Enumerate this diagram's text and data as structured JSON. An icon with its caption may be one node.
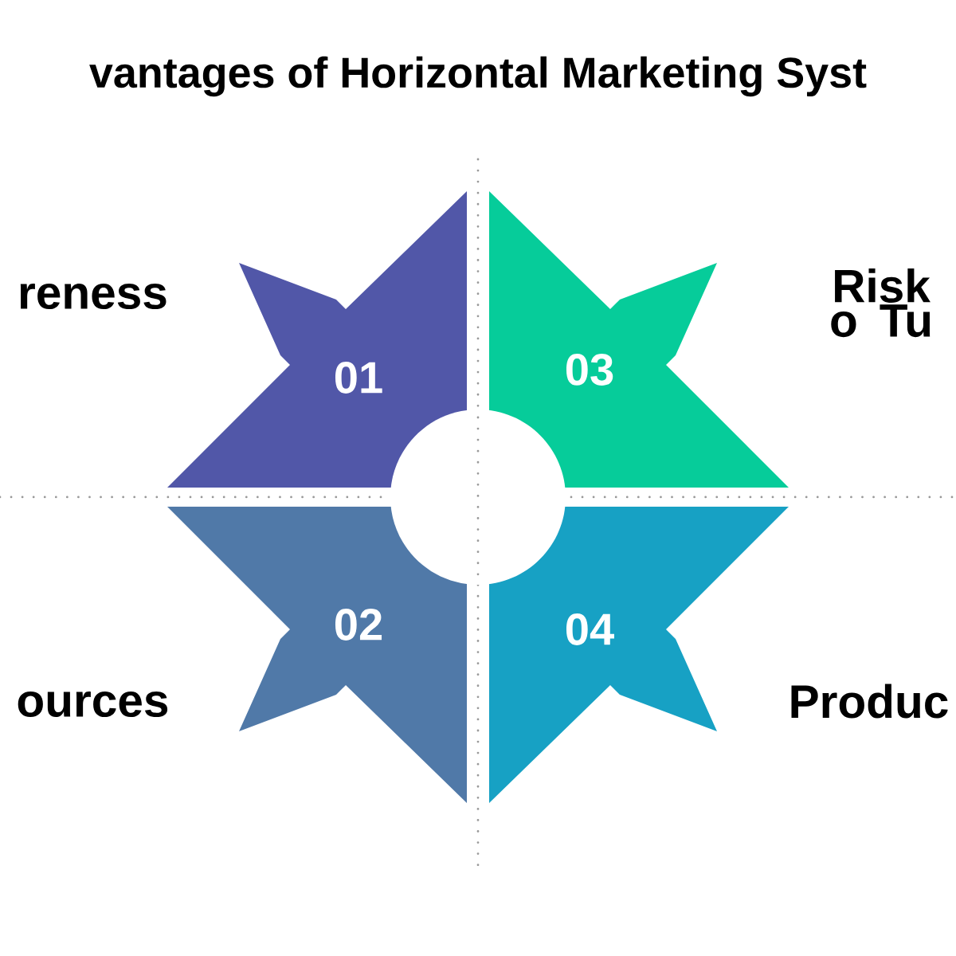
{
  "diagram": {
    "title": "vantages of Horizontal Marketing Syst",
    "nodes": [
      {
        "text": [
          "01"
        ],
        "beside": [
          "reness"
        ]
      },
      {
        "text": [
          "03"
        ],
        "beside": [
          "Risk o Tu"
        ]
      },
      {
        "text": [
          "02"
        ],
        "beside": [
          "ources"
        ]
      },
      {
        "text": [
          "04"
        ],
        "beside": [
          "Produc"
        ]
      },
      {
        "text": [],
        "shape": "circle"
      }
    ]
  }
}
